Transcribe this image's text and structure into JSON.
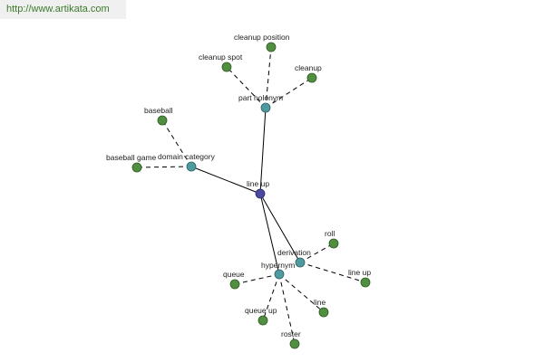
{
  "header": {
    "url": "http://www.artikata.com"
  },
  "graph": {
    "center": {
      "label": "line up"
    },
    "relations": [
      {
        "key": "part-holonym",
        "label": "part holonym",
        "words": [
          "cleanup position",
          "cleanup spot",
          "cleanup"
        ]
      },
      {
        "key": "domain-category",
        "label": "domain category",
        "words": [
          "baseball",
          "baseball game"
        ]
      },
      {
        "key": "derivation",
        "label": "derivation",
        "words": [
          "roll",
          "line up"
        ]
      },
      {
        "key": "hypernym",
        "label": "hypernym",
        "words": [
          "queue",
          "queue up",
          "roster",
          "line"
        ]
      }
    ]
  }
}
